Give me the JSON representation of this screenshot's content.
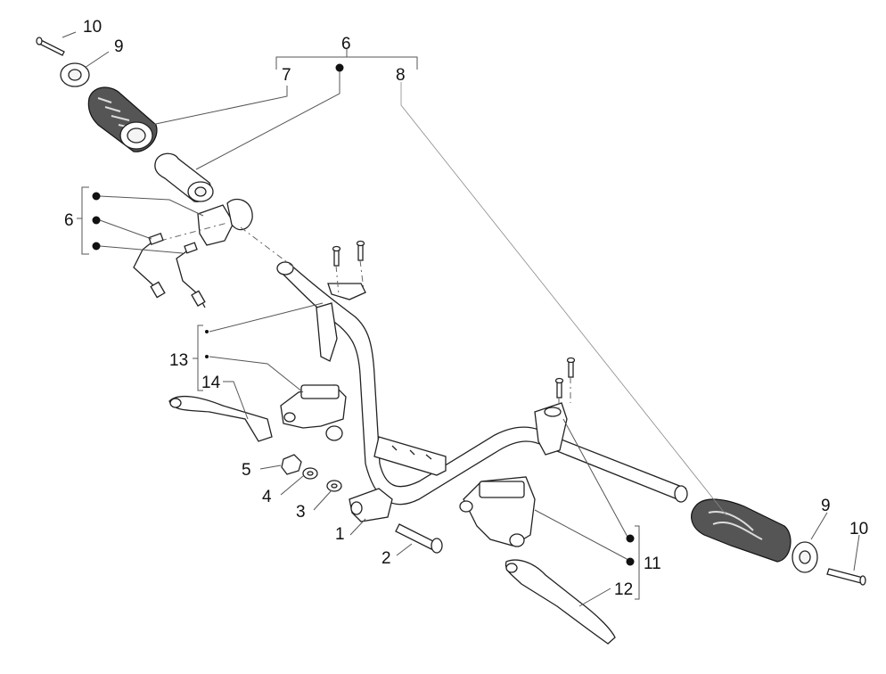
{
  "diagram": {
    "callouts": {
      "c1": "1",
      "c2": "2",
      "c3": "3",
      "c4": "4",
      "c5": "5",
      "c6_top": "6",
      "c6_left": "6",
      "c7": "7",
      "c8": "8",
      "c9_left": "9",
      "c9_right": "9",
      "c10_left": "10",
      "c10_right": "10",
      "c11": "11",
      "c12": "12",
      "c13": "13",
      "c14": "14"
    }
  }
}
